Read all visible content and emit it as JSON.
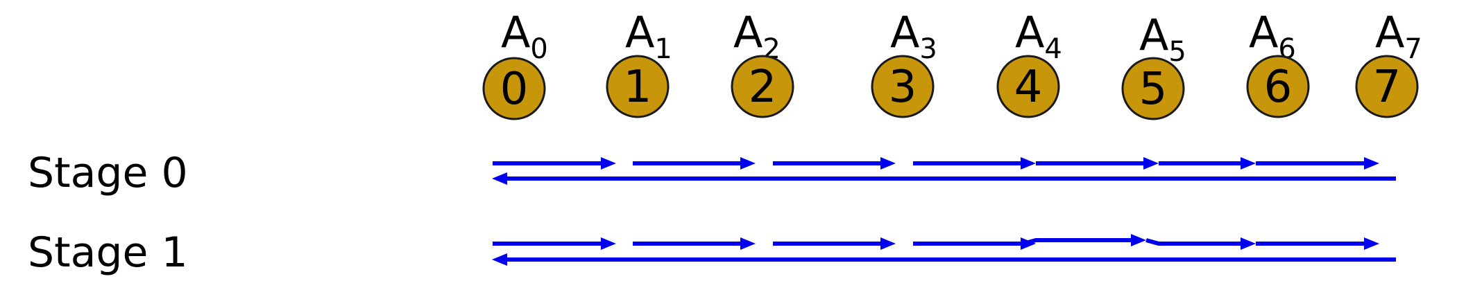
{
  "nodes": [
    {
      "label": "A",
      "sub": "0",
      "num": "0"
    },
    {
      "label": "A",
      "sub": "1",
      "num": "1"
    },
    {
      "label": "A",
      "sub": "2",
      "num": "2"
    },
    {
      "label": "A",
      "sub": "3",
      "num": "3"
    },
    {
      "label": "A",
      "sub": "4",
      "num": "4"
    },
    {
      "label": "A",
      "sub": "5",
      "num": "5"
    },
    {
      "label": "A",
      "sub": "6",
      "num": "6"
    },
    {
      "label": "A",
      "sub": "7",
      "num": "7"
    }
  ],
  "stages": [
    {
      "label": "Stage 0"
    },
    {
      "label": "Stage 1"
    }
  ],
  "colors": {
    "node_fill": "#C8960A",
    "node_stroke": "#1a1a1a",
    "arrow": "#0000EE"
  }
}
